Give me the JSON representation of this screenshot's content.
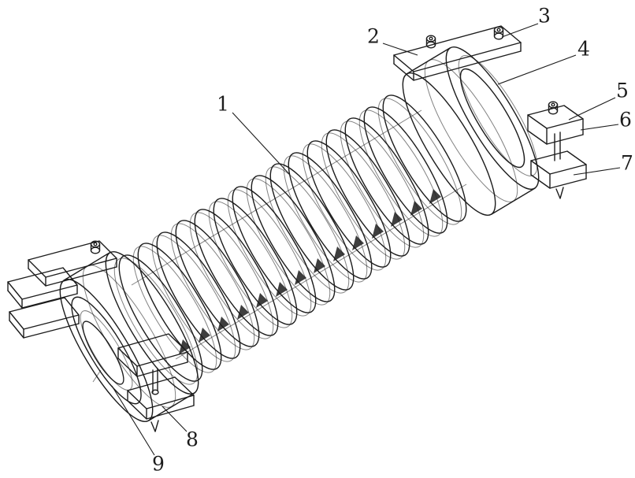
{
  "figure": {
    "background_color": "#ffffff",
    "line_color": "#1c1c1c",
    "callouts": [
      {
        "text": "1"
      },
      {
        "text": "2"
      },
      {
        "text": "3"
      },
      {
        "text": "4"
      },
      {
        "text": "5"
      },
      {
        "text": "6"
      },
      {
        "text": "7"
      },
      {
        "text": "8"
      },
      {
        "text": "9"
      }
    ]
  }
}
